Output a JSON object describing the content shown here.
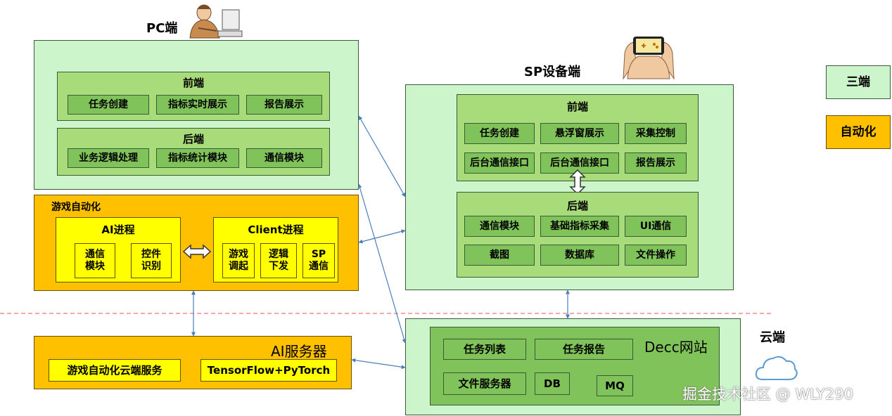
{
  "pc": {
    "label": "PC端",
    "frontend": {
      "title": "前端",
      "items": [
        "任务创建",
        "指标实时展示",
        "报告展示"
      ]
    },
    "backend": {
      "title": "后端",
      "items": [
        "业务逻辑处理",
        "指标统计模块",
        "通信模块"
      ]
    }
  },
  "game_auto": {
    "label": "游戏自动化",
    "ai_process": {
      "title": "AI进程",
      "items": [
        "通信\n模块",
        "控件\n识别"
      ]
    },
    "client_process": {
      "title": "Client进程",
      "items": [
        "游戏\n调起",
        "逻辑\n下发",
        "SP\n通信"
      ]
    }
  },
  "ai_server": {
    "label": "AI服务器",
    "items": [
      "游戏自动化云端服务",
      "TensorFlow+PyTorch"
    ]
  },
  "sp": {
    "label": "SP设备端",
    "frontend": {
      "title": "前端",
      "items": [
        "任务创建",
        "悬浮窗展示",
        "采集控制",
        "后台通信接口",
        "后台通信接口",
        "报告展示"
      ]
    },
    "backend": {
      "title": "后端",
      "items": [
        "通信模块",
        "基础指标采集",
        "UI通信",
        "截图",
        "数据库",
        "文件操作"
      ]
    }
  },
  "cloud": {
    "label": "云端",
    "decc": {
      "title": "Decc网站",
      "items": [
        "任务列表",
        "任务报告",
        "文件服务器",
        "DB",
        "MQ"
      ]
    }
  },
  "legend": {
    "items": [
      "三端",
      "自动化"
    ]
  },
  "watermark": "掘金技术社区 @ WLY290",
  "colors": {
    "light_green": "#ccf5cc",
    "green": "#7fc35a",
    "orange": "#ffc000",
    "yellow": "#ffff00",
    "arrow": "#4a7ebb",
    "divider": "#e05a5a"
  }
}
